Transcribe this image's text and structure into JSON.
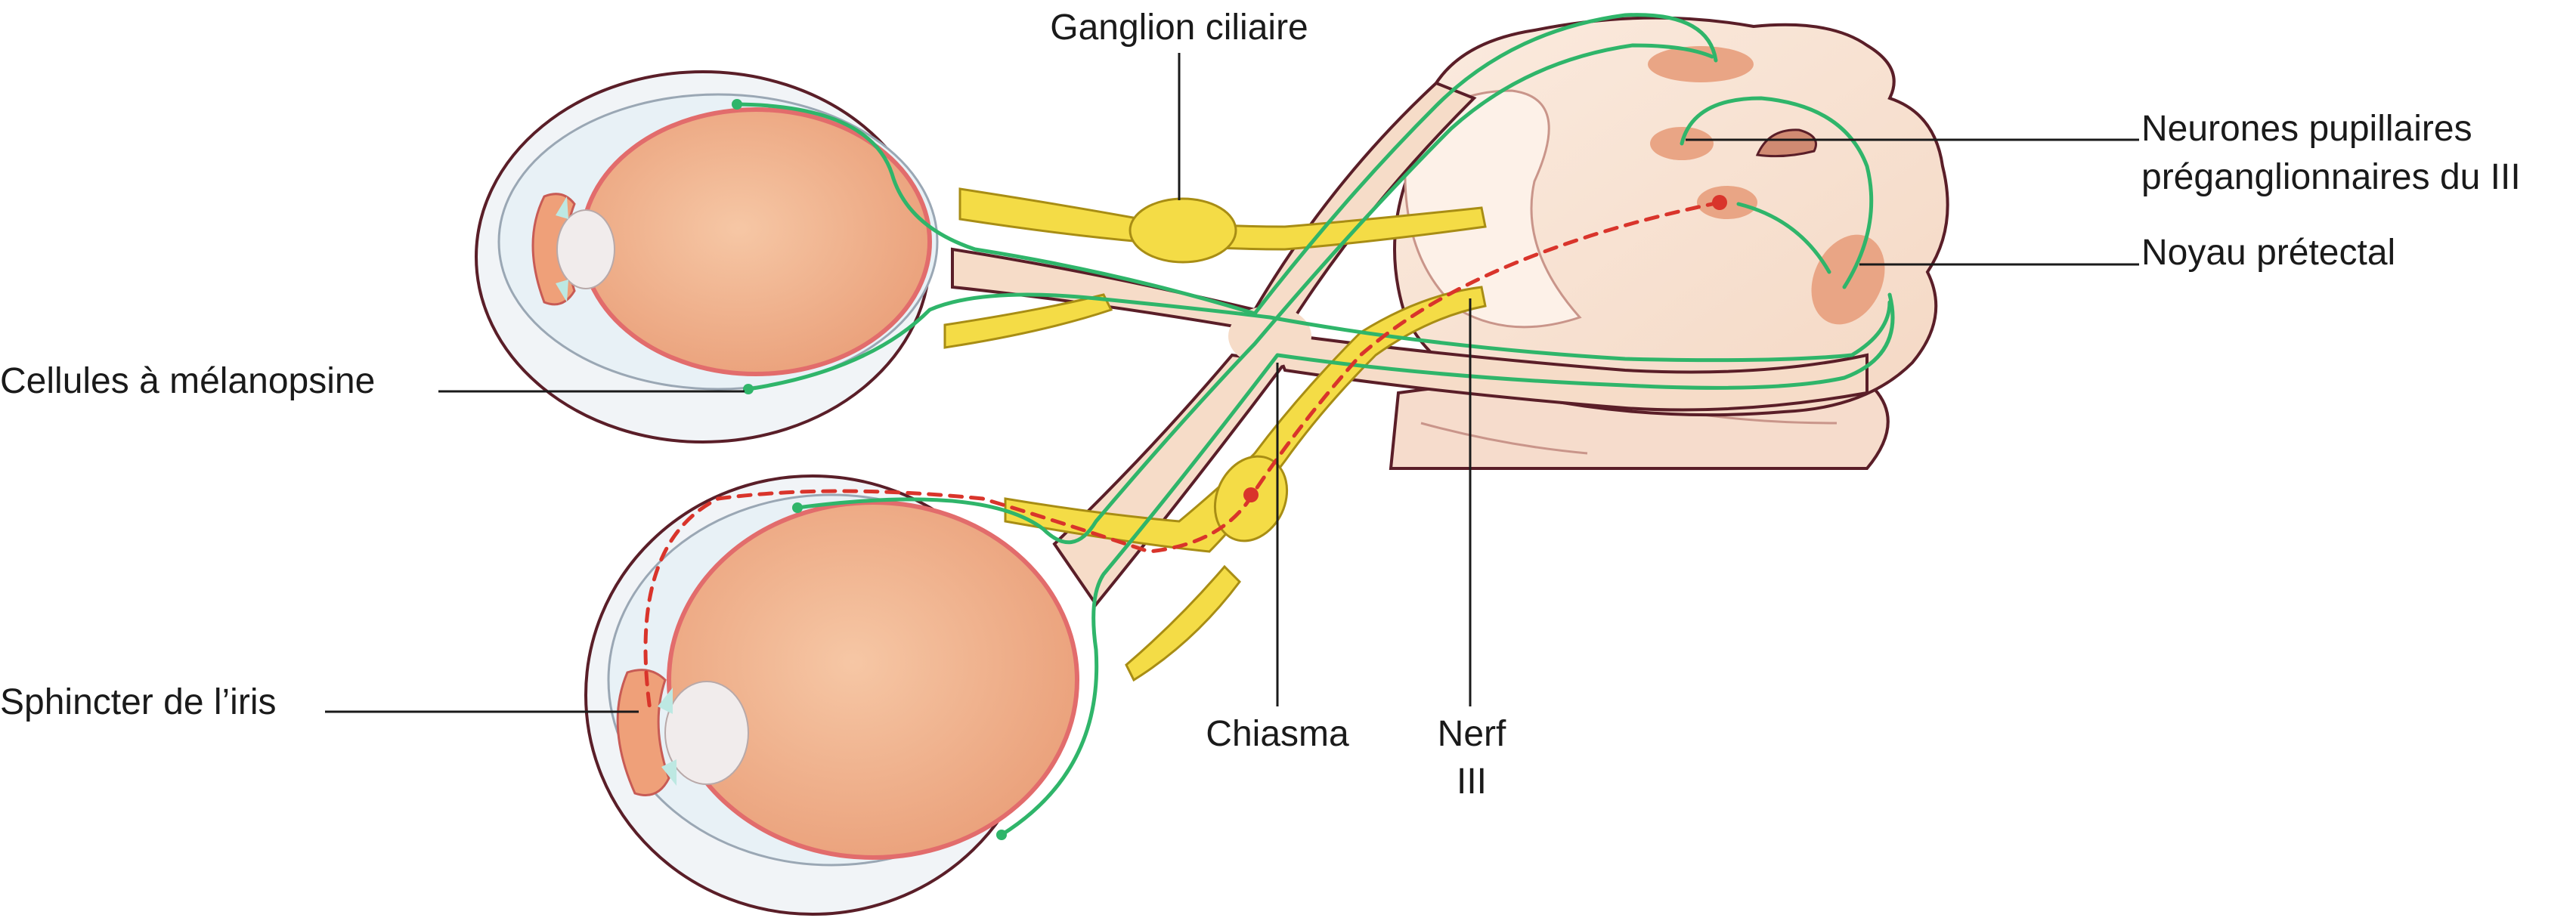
{
  "labels": {
    "ganglion": "Ganglion ciliaire",
    "neurones_line1": "Neurones pupillaires",
    "neurones_line2": "préganglionnaires du III",
    "noyau": "Noyau prétectal",
    "cellules": "Cellules à mélanopsine",
    "sphincter": "Sphincter de l’iris",
    "chiasma": "Chiasma",
    "nerf_line1": "Nerf",
    "nerf_line2": "III"
  },
  "colors": {
    "background": "#ffffff",
    "brain": "#f9e5d8",
    "brain_outline": "#5a1e28",
    "nuclei": "#e9a585",
    "eyeball": "#f2b892",
    "retina_rim": "#e26c6c",
    "sclera": "#e8f1f6",
    "optic_nerve": "#f6dcc8",
    "ganglion_yellow": "#f4dc46",
    "fiber_green": "#2fb56a",
    "fiber_red": "#d9342b",
    "lens": "#f1ecec",
    "text": "#1a1a1a"
  }
}
